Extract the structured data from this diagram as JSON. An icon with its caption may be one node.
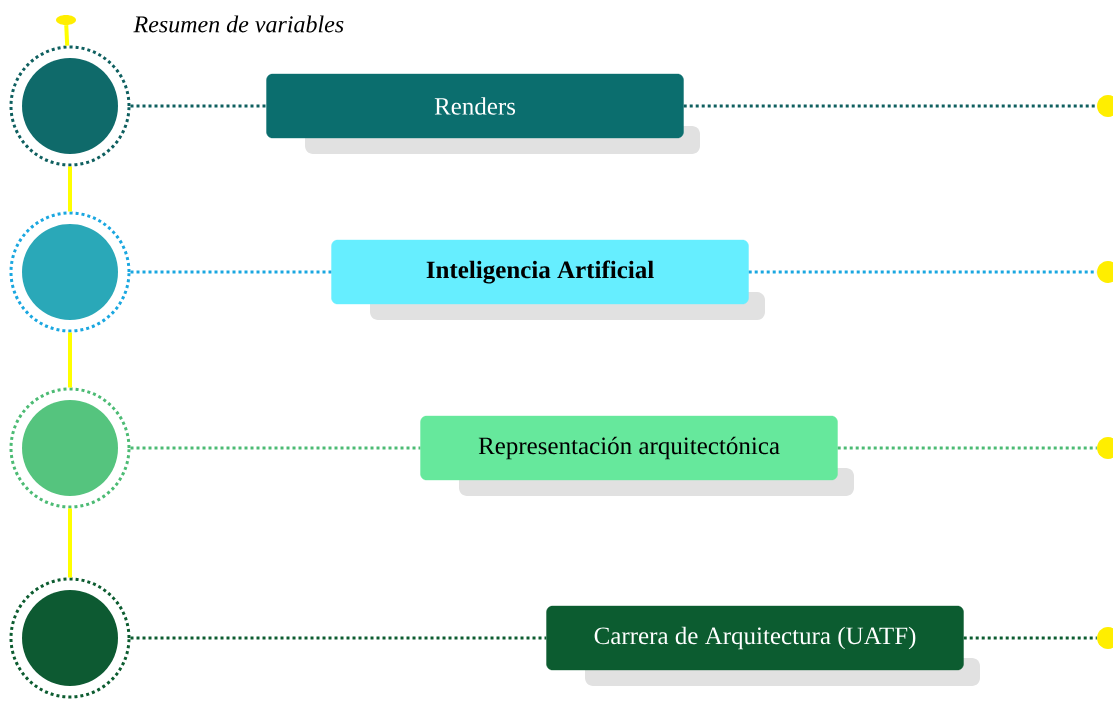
{
  "diagram": {
    "title": "Resumen de variables",
    "nodes": [
      {
        "text": [],
        "shape": "circle"
      },
      {
        "text": [],
        "shape": "circle"
      },
      {
        "text": [],
        "shape": "circle"
      },
      {
        "text": [],
        "shape": "circle"
      },
      {
        "text": [
          "Renders"
        ]
      },
      {
        "text": [
          "Inteligencia Artificial"
        ]
      },
      {
        "text": [
          "Representación arquitectónica"
        ]
      },
      {
        "text": [
          "Carrera de Arquitectura (UATF)"
        ]
      },
      {
        "text": [],
        "shape": "circle"
      },
      {
        "text": [],
        "shape": "circle"
      },
      {
        "text": [],
        "shape": "circle"
      },
      {
        "text": [],
        "shape": "circle"
      },
      {
        "text": [],
        "shape": "pin"
      }
    ],
    "edges": [
      {
        "from": 12,
        "to": 0,
        "arrow": "none",
        "color": "#ffff00"
      },
      {
        "from": 0,
        "to": 1,
        "arrow": "none",
        "color": "#ffff00"
      },
      {
        "from": 1,
        "to": 2,
        "arrow": "none",
        "color": "#ffff00"
      },
      {
        "from": 2,
        "to": 3,
        "arrow": "none",
        "color": "#ffff00"
      },
      {
        "from": 0,
        "to": 4,
        "arrow": "none",
        "style": "dashed",
        "color": "#0e5f5f"
      },
      {
        "from": 4,
        "to": 8,
        "arrow": "none",
        "style": "dashed",
        "color": "#0e5f5f"
      },
      {
        "from": 1,
        "to": 5,
        "arrow": "none",
        "style": "dashed",
        "color": "#1aa7e0"
      },
      {
        "from": 5,
        "to": 9,
        "arrow": "none",
        "style": "dashed",
        "color": "#1aa7e0"
      },
      {
        "from": 2,
        "to": 6,
        "arrow": "none",
        "style": "dashed",
        "color": "#4cbb74"
      },
      {
        "from": 6,
        "to": 10,
        "arrow": "none",
        "style": "dashed",
        "color": "#4cbb74"
      },
      {
        "from": 3,
        "to": 7,
        "arrow": "none",
        "style": "dashed",
        "color": "#0c5c30"
      },
      {
        "from": 7,
        "to": 11,
        "arrow": "none",
        "style": "dashed",
        "color": "#0c5c30"
      }
    ]
  }
}
